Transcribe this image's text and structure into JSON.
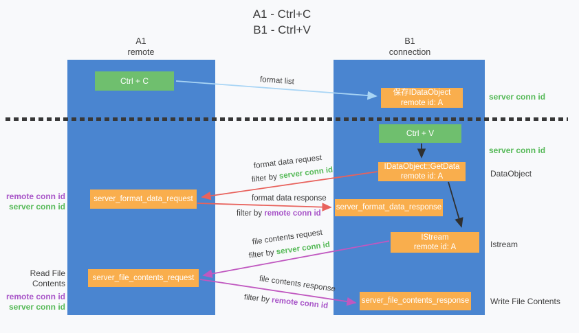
{
  "title": {
    "line1": "A1 - Ctrl+C",
    "line2": "B1 - Ctrl+V"
  },
  "lifelines": {
    "a1": {
      "name": "A1",
      "role": "remote"
    },
    "b1": {
      "name": "B1",
      "role": "connection"
    }
  },
  "nodes": {
    "ctrl_c": {
      "label": "Ctrl + C"
    },
    "ctrl_v": {
      "label": "Ctrl + V"
    },
    "save_dataobject": {
      "line1": "保存IDataObject",
      "line2": "remote id: A"
    },
    "getdata": {
      "line1": "IDataObject::GetData",
      "line2": "remote id: A"
    },
    "istream": {
      "line1": "IStream",
      "line2": "remote id: A"
    },
    "format_request": {
      "label": "server_format_data_request"
    },
    "format_response": {
      "label": "server_format_data_response"
    },
    "file_request": {
      "label": "server_file_contents_request"
    },
    "file_response": {
      "label": "server_file_contents_response"
    }
  },
  "flow_labels": {
    "format_list": "format list",
    "format_data_request": "format data request",
    "format_data_response": "format data response",
    "file_contents_request": "file contents request",
    "file_contents_response": "file contents response",
    "filter_by": "filter by",
    "server_conn_id": "server conn id",
    "remote_conn_id": "remote conn id"
  },
  "side_annotations": {
    "right_server_conn_id_top": "server conn id",
    "right_server_conn_id_mid": "server conn id",
    "right_dataobject": "DataObject",
    "right_istream": "Istream",
    "right_write_file_contents": "Write File Contents",
    "left_remote_conn_id_top": "remote conn id",
    "left_server_conn_id_top": "server conn id",
    "left_read_file_contents": "Read File Contents",
    "left_remote_conn_id_bottom": "remote conn id",
    "left_server_conn_id_bottom": "server conn id"
  },
  "colors": {
    "lifeline_blue": "#4a85d0",
    "action_green": "#6fbf6e",
    "message_orange": "#f9ae4d",
    "request_red": "#e8625c",
    "file_magenta": "#c058c0",
    "format_list_blue": "#a9d5f5",
    "conn_green_text": "#55b957",
    "conn_purple_text": "#a855c8",
    "arrow_black": "#2f2f2f",
    "background": "#f8f9fb"
  }
}
